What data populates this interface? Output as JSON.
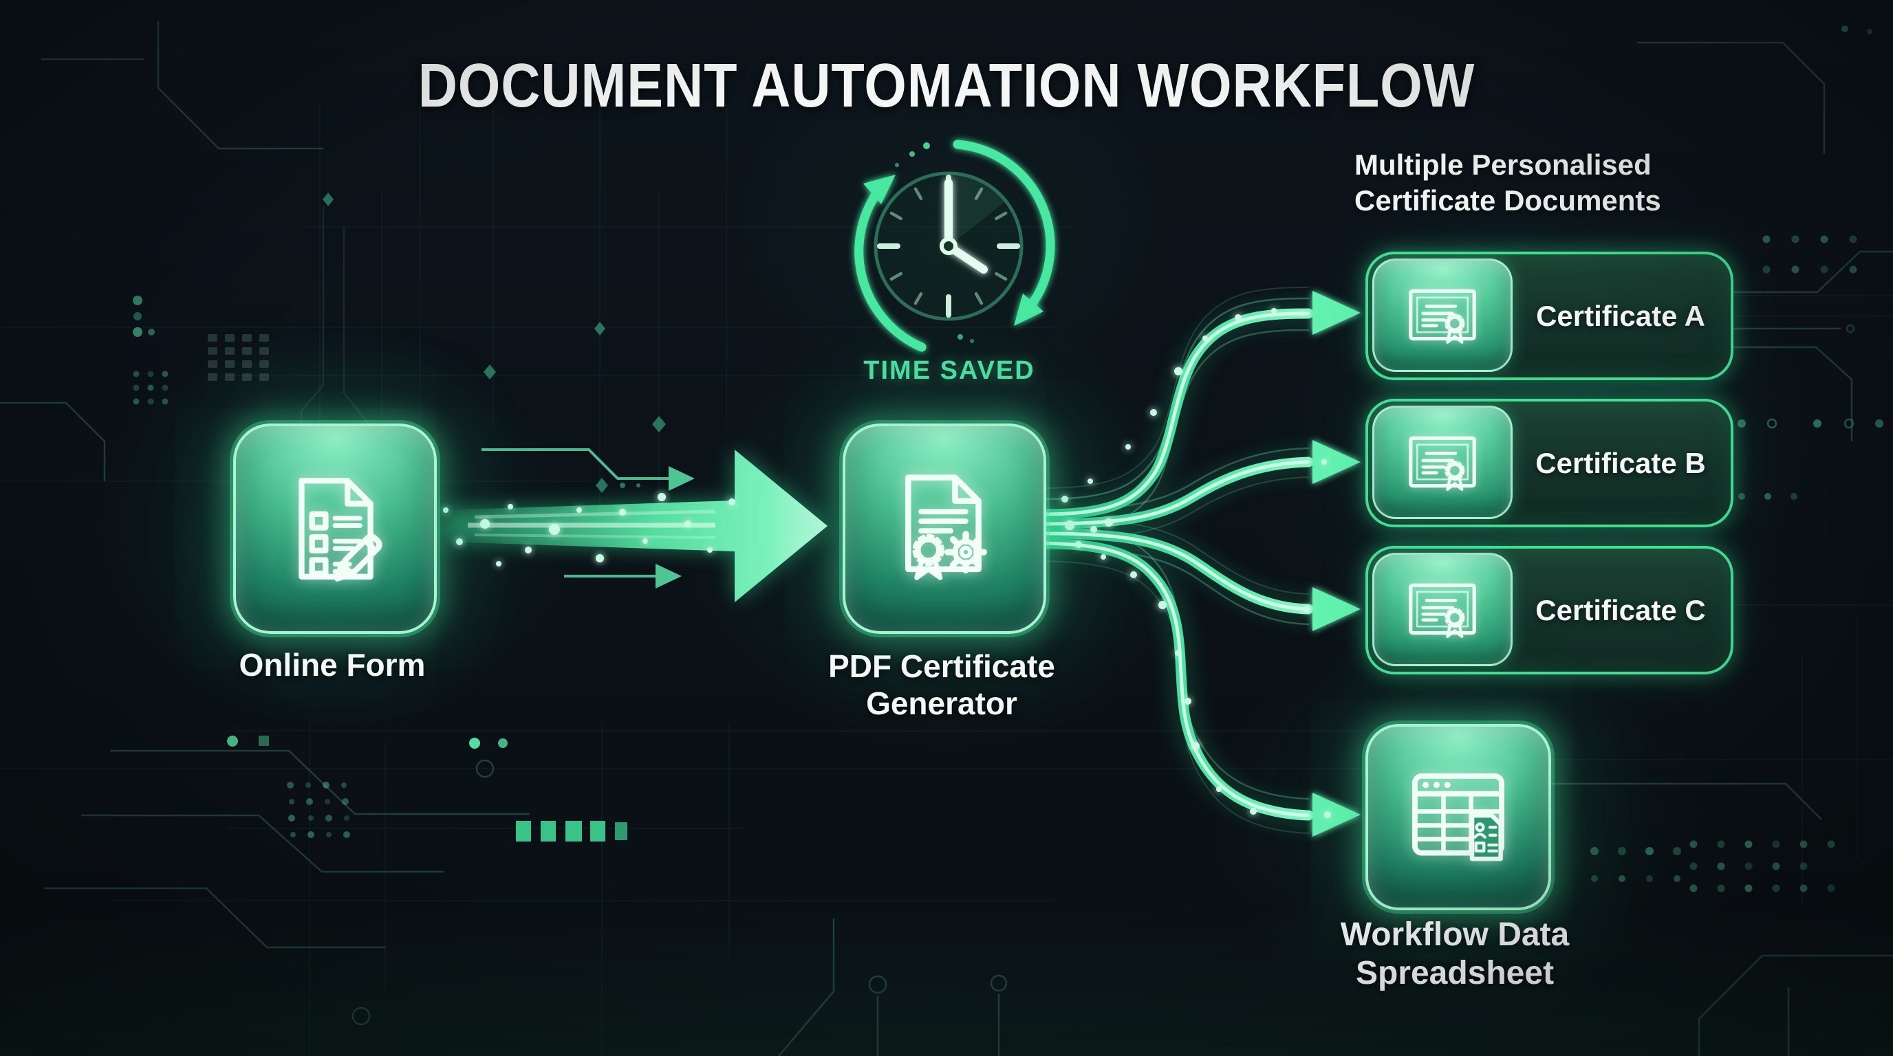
{
  "title": "DOCUMENT AUTOMATION WORKFLOW",
  "clock": {
    "label": "TIME SAVED",
    "icon": "clock-refresh-icon"
  },
  "nodes": {
    "online_form": {
      "label": "Online Form",
      "icon": "form-document-pencil-icon"
    },
    "pdf_generator": {
      "label_line1": "PDF Certificate",
      "label_line2": "Generator",
      "icon": "certificate-document-gear-icon"
    },
    "spreadsheet": {
      "label_line1": "Workflow Data",
      "label_line2": "Spreadsheet",
      "icon": "spreadsheet-table-icon"
    }
  },
  "outputs": {
    "header_line1": "Multiple Personalised",
    "header_line2": "Certificate Documents",
    "certificates": [
      {
        "label": "Certificate A",
        "icon": "certificate-icon"
      },
      {
        "label": "Certificate B",
        "icon": "certificate-icon"
      },
      {
        "label": "Certificate C",
        "icon": "certificate-icon"
      }
    ]
  },
  "colors": {
    "background": "#0b1218",
    "accent_green": "#4ee6a4",
    "accent_green_bright": "#8ff7c9",
    "node_fill_top": "#8cf0c4",
    "node_fill_bottom": "#186350",
    "card_fill": "#14332a",
    "card_border": "#41e093",
    "text_primary": "#f3f7f5",
    "time_saved_green": "#4bdf9e"
  }
}
